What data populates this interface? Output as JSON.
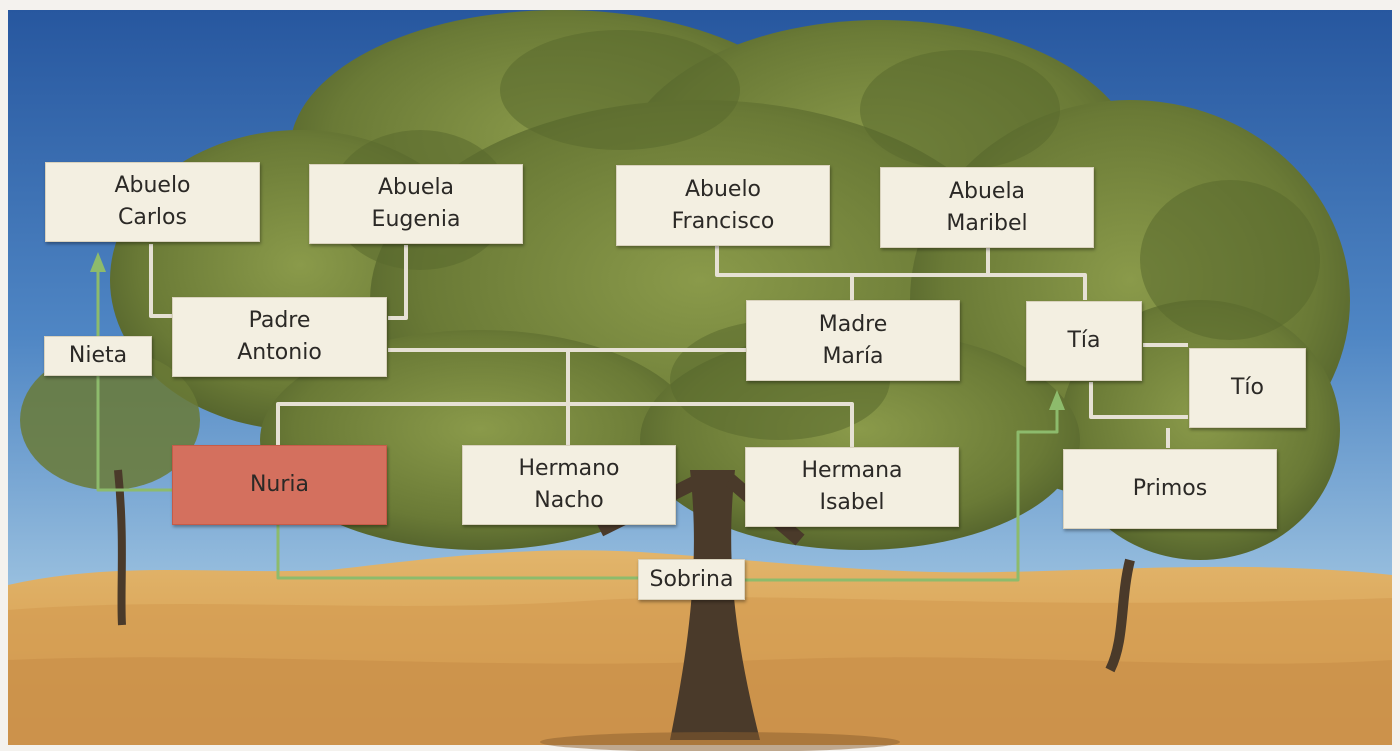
{
  "nodes": {
    "abuelo_carlos": {
      "line1": "Abuelo",
      "line2": "Carlos"
    },
    "abuela_eugenia": {
      "line1": "Abuela",
      "line2": "Eugenia"
    },
    "abuelo_francisco": {
      "line1": "Abuelo",
      "line2": "Francisco"
    },
    "abuela_maribel": {
      "line1": "Abuela",
      "line2": "Maribel"
    },
    "padre_antonio": {
      "line1": "Padre",
      "line2": "Antonio"
    },
    "madre_maria": {
      "line1": "Madre",
      "line2": "María"
    },
    "tia": {
      "label": "Tía"
    },
    "tio": {
      "label": "Tío"
    },
    "nieta": {
      "label": "Nieta"
    },
    "nuria": {
      "label": "Nuria"
    },
    "hermano_nacho": {
      "line1": "Hermano",
      "line2": "Nacho"
    },
    "hermana_isabel": {
      "line1": "Hermana",
      "line2": "Isabel"
    },
    "primos": {
      "label": "Primos"
    },
    "sobrina": {
      "label": "Sobrina"
    }
  },
  "colors": {
    "sky_top": "#2d5fa8",
    "sky_bottom": "#8fb7dc",
    "sand": "#d9a85a",
    "foliage": "#6f7d3a",
    "trunk": "#4a3a2a",
    "line_family": "#e6e1d4",
    "line_relation": "#8dbb6c",
    "highlight": "#d4705e",
    "box": "#f3efe1"
  }
}
